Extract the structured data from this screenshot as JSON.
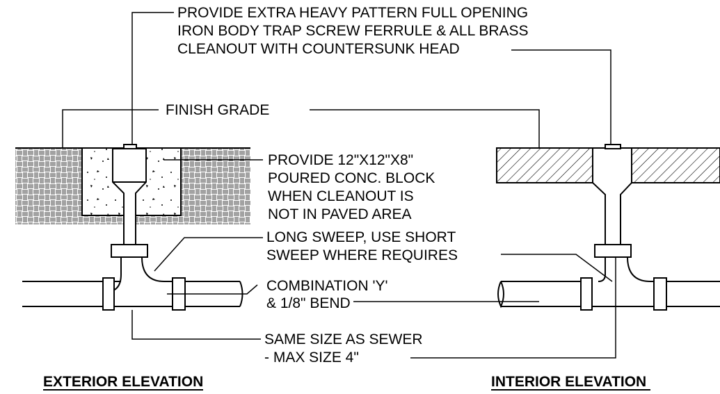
{
  "notes": {
    "extra_heavy": [
      "PROVIDE EXTRA HEAVY PATTERN FULL OPENING",
      "IRON BODY TRAP SCREW FERRULE & ALL BRASS",
      "CLEANOUT WITH COUNTERSUNK HEAD"
    ],
    "finish_grade": "FINISH GRADE",
    "block": [
      "PROVIDE 12\"X12\"X8\"",
      "POURED CONC. BLOCK",
      "WHEN CLEANOUT IS",
      "NOT IN PAVED AREA"
    ],
    "long_sweep": [
      "LONG SWEEP, USE SHORT",
      "SWEEP WHERE REQUIRES"
    ],
    "combination": [
      "COMBINATION 'Y'",
      "& 1/8\" BEND"
    ],
    "same_size": [
      "SAME SIZE AS SEWER",
      "- MAX SIZE 4\""
    ]
  },
  "titles": {
    "exterior": "EXTERIOR ELEVATION",
    "interior": "INTERIOR ELEVATION"
  }
}
